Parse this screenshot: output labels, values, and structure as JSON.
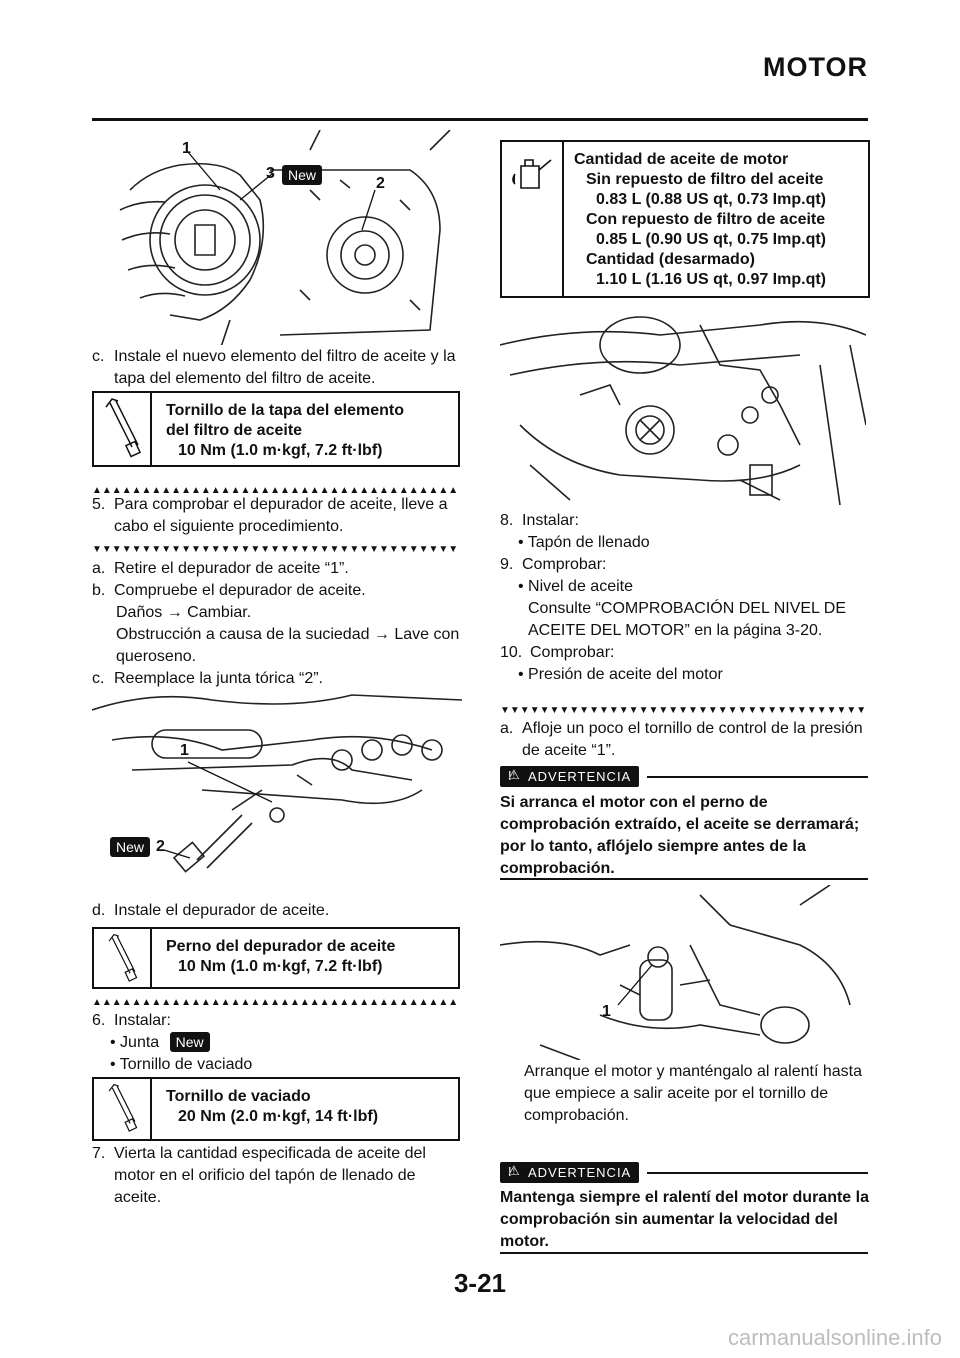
{
  "header": {
    "title": "MOTOR",
    "page": "3-21"
  },
  "watermark": "carmanualsonline.info",
  "left": {
    "fig1": {
      "callouts": [
        "1",
        "3",
        "2"
      ],
      "new": "New"
    },
    "step_c1": {
      "prefix": "c.",
      "text": "Instale el nuevo elemento del filtro de aceite y la tapa del elemento del filtro de aceite."
    },
    "spec1": {
      "title1": "Tornillo de la tapa del elemento",
      "title2": "del filtro de aceite",
      "value": "10 Nm (1.0 m·kgf, 7.2 ft·lbf)"
    },
    "step5": {
      "prefix": "5.",
      "text": "Para comprobar el depurador de aceite, lleve a cabo el siguiente procedimiento."
    },
    "step_a": {
      "prefix": "a.",
      "text": "Retire el depurador de aceite “1”."
    },
    "step_b": {
      "prefix": "b.",
      "text": "Compruebe el depurador de aceite.",
      "l2": "Daños → Cambiar.",
      "l3": "Obstrucción a causa de la suciedad → Lave con queroseno."
    },
    "step_c2": {
      "prefix": "c.",
      "text": "Reemplace la junta tórica “2”."
    },
    "fig2": {
      "callouts": [
        "1",
        "2"
      ],
      "new": "New"
    },
    "step_d": {
      "prefix": "d.",
      "text": "Instale el depurador de aceite."
    },
    "spec2": {
      "title1": "Perno del depurador de aceite",
      "value": "10 Nm (1.0 m·kgf, 7.2 ft·lbf)"
    },
    "step6": {
      "prefix": "6.",
      "text": "Instalar:",
      "b1": "• Junta",
      "new": "New",
      "b2": "• Tornillo de vaciado"
    },
    "spec3": {
      "title1": "Tornillo de vaciado",
      "value": "20 Nm (2.0 m·kgf, 14 ft·lbf)"
    },
    "step7": {
      "prefix": "7.",
      "text": "Vierta la cantidad especificada de aceite del motor en el orificio del tapón de llenado de aceite."
    }
  },
  "right": {
    "oilspec": {
      "title": "Cantidad de aceite de motor",
      "l1": "Sin repuesto de filtro del aceite",
      "v1": "0.83 L (0.88 US qt, 0.73 Imp.qt)",
      "l2": "Con repuesto de filtro de aceite",
      "v2": "0.85 L (0.90 US qt, 0.75 Imp.qt)",
      "l3": "Cantidad (desarmado)",
      "v3": "1.10 L (1.16 US qt, 0.97 Imp.qt)"
    },
    "step8": {
      "prefix": "8.",
      "text": "Instalar:",
      "b1": "• Tapón de llenado"
    },
    "step9": {
      "prefix": "9.",
      "text": "Comprobar:",
      "b1": "• Nivel de aceite",
      "ref": "Consulte “COMPROBACIÓN DEL NIVEL DE ACEITE DEL MOTOR” en la página 3-20."
    },
    "step10": {
      "prefix": "10.",
      "text": "Comprobar:",
      "b1": "• Presión de aceite del motor"
    },
    "step_a": {
      "prefix": "a.",
      "text": "Afloje un poco el tornillo de control de la presión de aceite “1”."
    },
    "warn1": {
      "label": "ADVERTENCIA",
      "text": "Si arranca el motor con el perno de comprobación extraído, el aceite se derramará; por lo tanto, aflójelo siempre antes de la comprobación."
    },
    "fig4": {
      "callouts": [
        "1"
      ]
    },
    "para": "Arranque el motor y manténgalo al ralentí hasta que empiece a salir aceite por el tornillo de comprobación.",
    "warn2": {
      "label": "ADVERTENCIA",
      "text": "Mantenga siempre el ralentí del motor durante la comprobación sin aumentar la velocidad del motor."
    }
  }
}
